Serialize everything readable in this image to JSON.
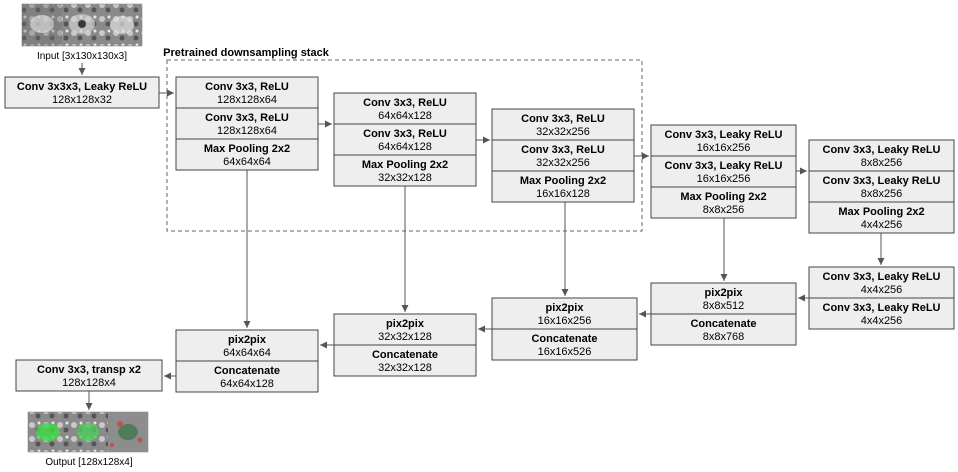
{
  "input_label": "Input [3x130x130x3]",
  "output_label": "Output [128x128x4]",
  "pretrained_label": "Pretrained downsampling stack",
  "blocks": {
    "b0": [
      {
        "title": "Conv 3x3x3, Leaky ReLU",
        "dims": "128x128x32"
      }
    ],
    "b1": [
      {
        "title": "Conv 3x3, ReLU",
        "dims": "128x128x64"
      },
      {
        "title": "Conv 3x3, ReLU",
        "dims": "128x128x64"
      },
      {
        "title": "Max Pooling 2x2",
        "dims": "64x64x64"
      }
    ],
    "b2": [
      {
        "title": "Conv 3x3, ReLU",
        "dims": "64x64x128"
      },
      {
        "title": "Conv 3x3, ReLU",
        "dims": "64x64x128"
      },
      {
        "title": "Max Pooling 2x2",
        "dims": "32x32x128"
      }
    ],
    "b3": [
      {
        "title": "Conv 3x3, ReLU",
        "dims": "32x32x256"
      },
      {
        "title": "Conv 3x3, ReLU",
        "dims": "32x32x256"
      },
      {
        "title": "Max Pooling 2x2",
        "dims": "16x16x128"
      }
    ],
    "b4": [
      {
        "title": "Conv 3x3, Leaky ReLU",
        "dims": "16x16x256"
      },
      {
        "title": "Conv 3x3, Leaky ReLU",
        "dims": "16x16x256"
      },
      {
        "title": "Max Pooling 2x2",
        "dims": "8x8x256"
      }
    ],
    "b5": [
      {
        "title": "Conv 3x3, Leaky ReLU",
        "dims": "8x8x256"
      },
      {
        "title": "Conv 3x3, Leaky ReLU",
        "dims": "8x8x256"
      },
      {
        "title": "Max Pooling 2x2",
        "dims": "4x4x256"
      }
    ],
    "b6": [
      {
        "title": "Conv 3x3, Leaky ReLU",
        "dims": "4x4x256"
      },
      {
        "title": "Conv 3x3, Leaky ReLU",
        "dims": "4x4x256"
      }
    ],
    "u1": [
      {
        "title": "pix2pix",
        "dims": "8x8x512"
      },
      {
        "title": "Concatenate",
        "dims": "8x8x768"
      }
    ],
    "u2": [
      {
        "title": "pix2pix",
        "dims": "16x16x256"
      },
      {
        "title": "Concatenate",
        "dims": "16x16x526"
      }
    ],
    "u3": [
      {
        "title": "pix2pix",
        "dims": "32x32x128"
      },
      {
        "title": "Concatenate",
        "dims": "32x32x128"
      }
    ],
    "u4": [
      {
        "title": "pix2pix",
        "dims": "64x64x64"
      },
      {
        "title": "Concatenate",
        "dims": "64x64x128"
      }
    ],
    "out": [
      {
        "title": "Conv 3x3, transp x2",
        "dims": "128x128x4"
      }
    ]
  }
}
